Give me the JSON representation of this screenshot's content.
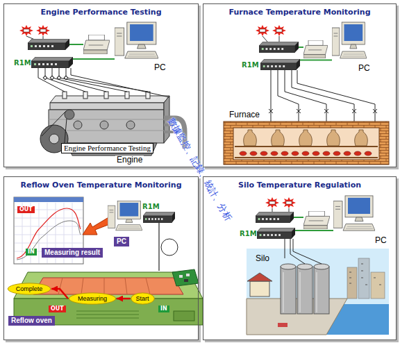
{
  "diagram": {
    "nodes": [
      {
        "text": [
          "Engine Performance Testing"
        ]
      },
      {
        "text": [
          "R1M"
        ],
        "in": 0
      },
      {
        "text": [
          "PC"
        ],
        "in": 0
      },
      {
        "text": [
          "Engine"
        ],
        "in": 0
      },
      {
        "text": [
          "Engine Performance Testing"
        ],
        "in": 0
      },
      {
        "text": [
          "Furnace Temperature Monitoring"
        ]
      },
      {
        "text": [
          "R1M"
        ],
        "in": 5
      },
      {
        "text": [
          "PC"
        ],
        "in": 5
      },
      {
        "text": [
          "Furnace"
        ],
        "in": 5
      },
      {
        "text": [
          "Reflow Oven Temperature Monitoring"
        ]
      },
      {
        "text": [
          "OUT"
        ],
        "in": 9
      },
      {
        "text": [
          "IN"
        ],
        "in": 9
      },
      {
        "text": [
          "Measuring result"
        ],
        "in": 9
      },
      {
        "text": [
          "PC"
        ],
        "in": 9
      },
      {
        "text": [
          "R1M"
        ],
        "in": 9
      },
      {
        "text": [
          "Reflow oven"
        ],
        "in": 9
      },
      {
        "text": [
          "Complete"
        ],
        "in": 15
      },
      {
        "text": [
          "Measuring"
        ],
        "in": 15
      },
      {
        "text": [
          "Start"
        ],
        "in": 15
      },
      {
        "text": [
          "OUT"
        ],
        "in": 15
      },
      {
        "text": [
          "IN"
        ],
        "in": 15
      },
      {
        "text": [
          "Silo Temperature Regulation"
        ]
      },
      {
        "text": [
          "R1M"
        ],
        "in": 21
      },
      {
        "text": [
          "PC"
        ],
        "in": 21
      },
      {
        "text": [
          "Silo"
        ],
        "in": 21
      }
    ],
    "edges": [
      {
        "from": 1,
        "to": 2,
        "arrow": "none"
      },
      {
        "from": 1,
        "to": 3,
        "arrow": "none"
      },
      {
        "from": 6,
        "to": 7,
        "arrow": "none"
      },
      {
        "from": 6,
        "to": 8,
        "arrow": "none"
      },
      {
        "from": 18,
        "to": 17,
        "arrow": "to"
      },
      {
        "from": 17,
        "to": 16,
        "arrow": "to"
      },
      {
        "from": 14,
        "to": 15,
        "arrow": "none"
      },
      {
        "from": 22,
        "to": 23,
        "arrow": "none"
      },
      {
        "from": 22,
        "to": 24,
        "arrow": "none"
      }
    ],
    "labels": [
      "數據監控、記錄、統計、分析"
    ]
  }
}
